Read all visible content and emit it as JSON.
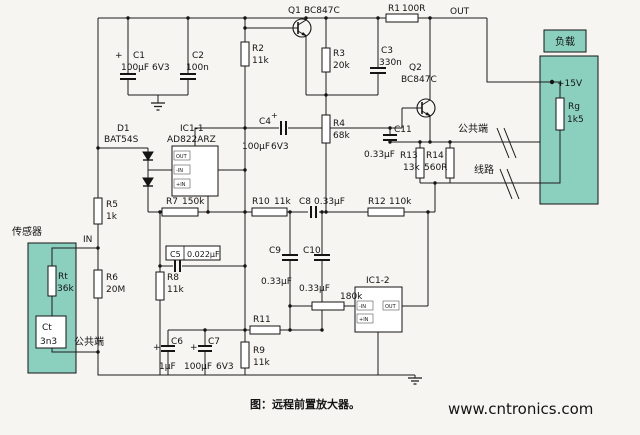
{
  "figure": {
    "caption": "图：远程前置放大器。",
    "watermark": "www.cntronics.com"
  },
  "colors": {
    "box_teal": "#8bd0bf",
    "watermark_green": "#96c83c",
    "wire": "#1c1c1c"
  },
  "terminals": {
    "out": "OUT",
    "in": "IN",
    "supply": "+15V",
    "sensor": "传感器",
    "load": "负载",
    "common_right": "公共端",
    "common_left": "公共端",
    "line": "线路"
  },
  "components": {
    "q1": {
      "ref": "Q1",
      "value": "BC847C"
    },
    "q2": {
      "ref": "Q2",
      "value": "BC847C"
    },
    "r1": {
      "ref": "R1",
      "value": "100R"
    },
    "r2": {
      "ref": "R2",
      "value": "11k"
    },
    "r3": {
      "ref": "R3",
      "value": "20k"
    },
    "r4": {
      "ref": "R4",
      "value": "68k"
    },
    "r5": {
      "ref": "R5",
      "value": "1k"
    },
    "r6": {
      "ref": "R6",
      "value": "20M"
    },
    "r7": {
      "ref": "R7",
      "value": "150k"
    },
    "r8": {
      "ref": "R8",
      "value": "11k"
    },
    "r9": {
      "ref": "R9",
      "value": "11k"
    },
    "r10": {
      "ref": "R10",
      "value": "11k"
    },
    "r11": {
      "ref": "R11"
    },
    "r12": {
      "ref": "R12",
      "value": "110k"
    },
    "r13": {
      "ref": "R13",
      "value": "13k"
    },
    "r14": {
      "ref": "R14",
      "value": "560R"
    },
    "r15": {
      "value": "180k"
    },
    "rg": {
      "ref": "Rg",
      "value": "1k5"
    },
    "rt": {
      "ref": "Rt",
      "value": "36k"
    },
    "c1": {
      "ref": "C1",
      "value": "100μF",
      "rating": "6V3",
      "polarity": "+"
    },
    "c2": {
      "ref": "C2",
      "value": "100n"
    },
    "c3": {
      "ref": "C3",
      "value": "330n"
    },
    "c4": {
      "ref": "C4",
      "value": "100μF",
      "rating": "6V3",
      "polarity": "+"
    },
    "c5": {
      "ref": "C5",
      "value": "0.022μF"
    },
    "c6": {
      "ref": "C6",
      "value": "1μF",
      "polarity": "+"
    },
    "c7": {
      "ref": "C7",
      "value": "100μF",
      "rating": "6V3",
      "polarity": "+"
    },
    "c8": {
      "ref": "C8",
      "value": "0.33μF"
    },
    "c9": {
      "ref": "C9",
      "value": "0.33μF"
    },
    "c10": {
      "ref": "C10",
      "value": "0.33μF"
    },
    "c11": {
      "ref": "C11",
      "value": "0.33μF"
    },
    "ct": {
      "ref": "Ct",
      "value": "3n3"
    },
    "d1": {
      "ref": "D1",
      "value": "BAT54S"
    },
    "ic1a": {
      "ref": "IC1-1",
      "value": "AD822ARZ",
      "pins": {
        "out": "OUT",
        "inv": "-IN",
        "noninv": "+IN"
      }
    },
    "ic1b": {
      "ref": "IC1-2",
      "pins": {
        "out": "OUT",
        "inv": "-IN",
        "noninv": "+IN"
      }
    }
  }
}
